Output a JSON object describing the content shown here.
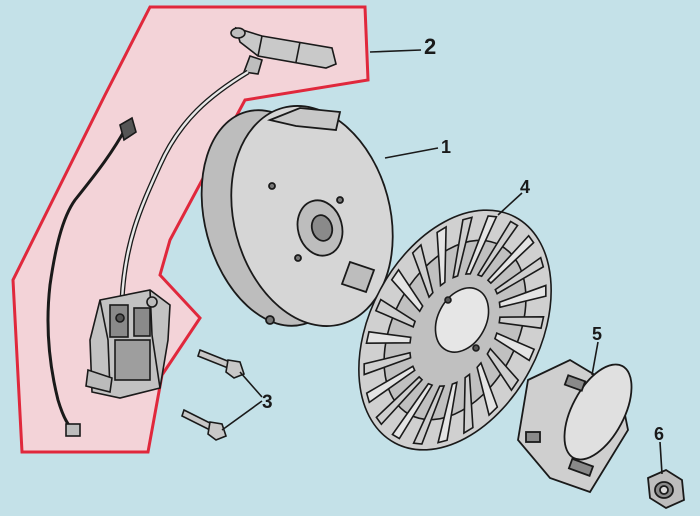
{
  "callouts": {
    "flywheel": "1",
    "ignition_coil_assembly": "2",
    "bolts": "3",
    "cooling_fan": "4",
    "starter_cup": "5",
    "flywheel_nut": "6"
  },
  "colors": {
    "background": "#c4e1e8",
    "highlight_fill": "#f3d3d8",
    "highlight_outline": "#e0283c",
    "part_fill": "#dcdcdc",
    "line": "#1a1a1a"
  }
}
